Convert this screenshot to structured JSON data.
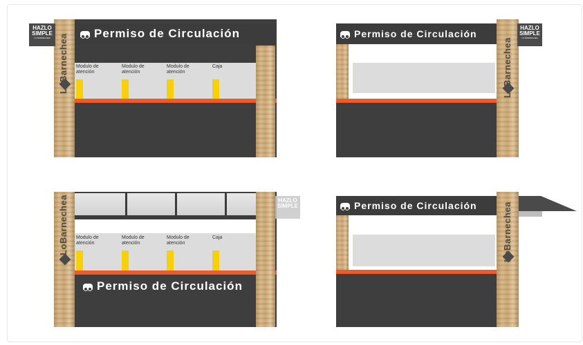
{
  "banner_text": "Permiso de Circulación",
  "brand": "LoBarnechea",
  "hazlo": {
    "line1": "HAZLO",
    "line2": "SIMPLE",
    "sub": "LO BARNECHEA"
  },
  "counters": [
    {
      "label": "Modulo de atención"
    },
    {
      "label": "Modulo de atención"
    },
    {
      "label": "Modulo de atención"
    },
    {
      "label": "Caja"
    }
  ],
  "colors": {
    "accent": "#ef5a28",
    "dark": "#3c3c3c",
    "highlight": "#f6d10a",
    "panel": "#dcdcdc"
  }
}
